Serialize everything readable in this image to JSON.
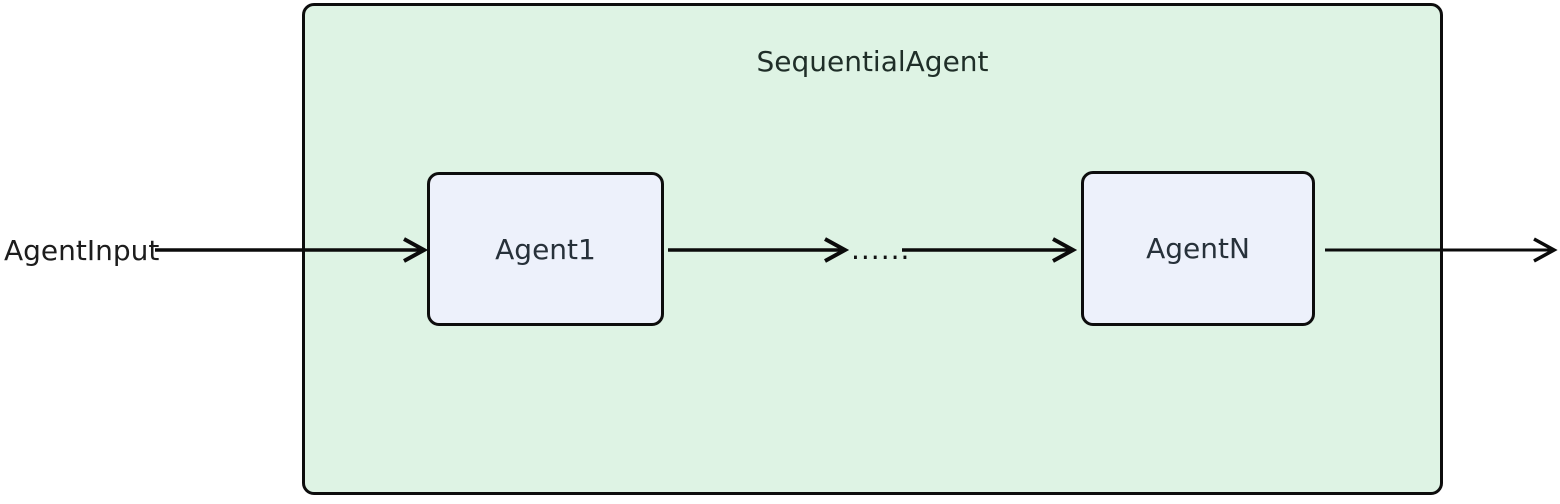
{
  "diagram": {
    "type": "flowchart",
    "direction": "left-to-right",
    "container": {
      "label": "SequentialAgent"
    },
    "input_label": "AgentInput",
    "ellipsis_label": "......",
    "nodes": [
      {
        "id": "agent1",
        "label": "Agent1"
      },
      {
        "id": "agentN",
        "label": "AgentN"
      }
    ],
    "edges": [
      {
        "from": "AgentInput",
        "to": "Agent1"
      },
      {
        "from": "Agent1",
        "to": "ellipsis"
      },
      {
        "from": "ellipsis",
        "to": "AgentN"
      },
      {
        "from": "AgentN",
        "to": "output (off-canvas right)"
      }
    ],
    "colors": {
      "canvas_bg": "#ffffff",
      "container_fill": "#def3e4",
      "container_border": "#0d0d0d",
      "node_fill": "#edf1fb",
      "node_border": "#0d0d0d",
      "text": "#27313a",
      "title_text": "#1f2e28",
      "arrow": "#0b0b0b"
    }
  }
}
